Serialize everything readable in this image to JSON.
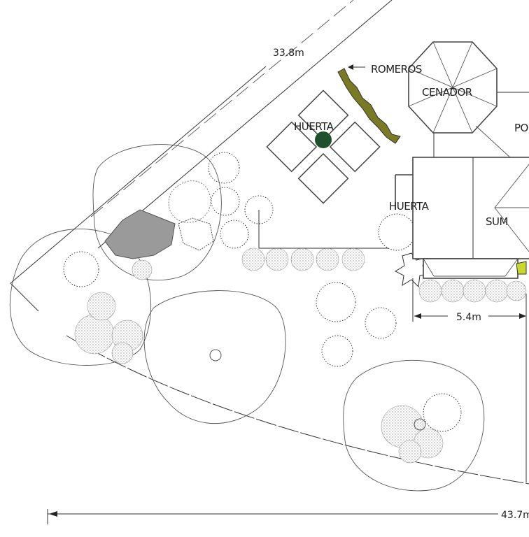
{
  "labels": {
    "romeros": "ROMEROS",
    "cenador": "CENADOR",
    "porch_partial": "PO",
    "huerta_garden": "HUERTA",
    "huerta_building": "HUERTA",
    "sum": "SUM"
  },
  "dimensions": {
    "diagonal": "33.8m",
    "building_front": "5.4m",
    "bottom": "43.7m"
  },
  "colors": {
    "romeros_hedge": "#7a7a24",
    "huerta_tree": "#1f4f2c",
    "gray_shrub": "#9a9a9a",
    "accent_plant": "#c9d92b"
  }
}
